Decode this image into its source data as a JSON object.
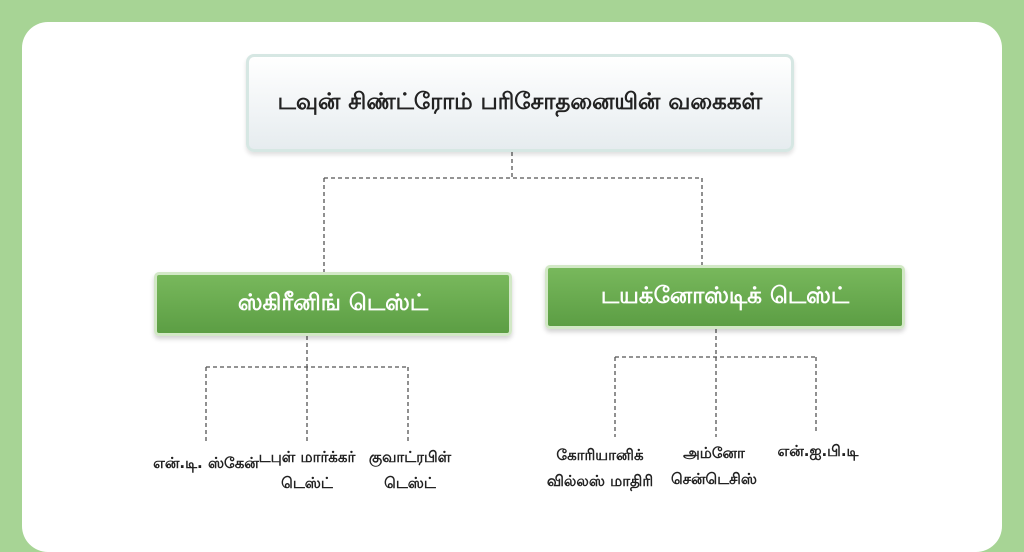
{
  "root": {
    "label": "டவுன் சிண்ட்ரோம் பரிசோதனையின் வகைகள்"
  },
  "branches": [
    {
      "label": "ஸ்கிரீனிங் டெஸ்ட்",
      "children": [
        {
          "lines": [
            "என்.டி. ஸ்கேன்"
          ]
        },
        {
          "lines": [
            "டபுள் மார்க்கர்",
            "டெஸ்ட்"
          ]
        },
        {
          "lines": [
            "குவாட்ரபிள்",
            "டெஸ்ட்"
          ]
        }
      ]
    },
    {
      "label": "டயக்னோஸ்டிக் டெஸ்ட்",
      "children": [
        {
          "lines": [
            "கோரியானிக்",
            "வில்லஸ் மாதிரி"
          ]
        },
        {
          "lines": [
            "அம்னோ",
            "சென்டெசிஸ்"
          ]
        },
        {
          "lines": [
            "என்.ஐ.பி.டி"
          ]
        }
      ]
    }
  ],
  "colors": {
    "background": "#a7d495",
    "branch_fill": "#6aab4f",
    "connector": "#555555"
  }
}
